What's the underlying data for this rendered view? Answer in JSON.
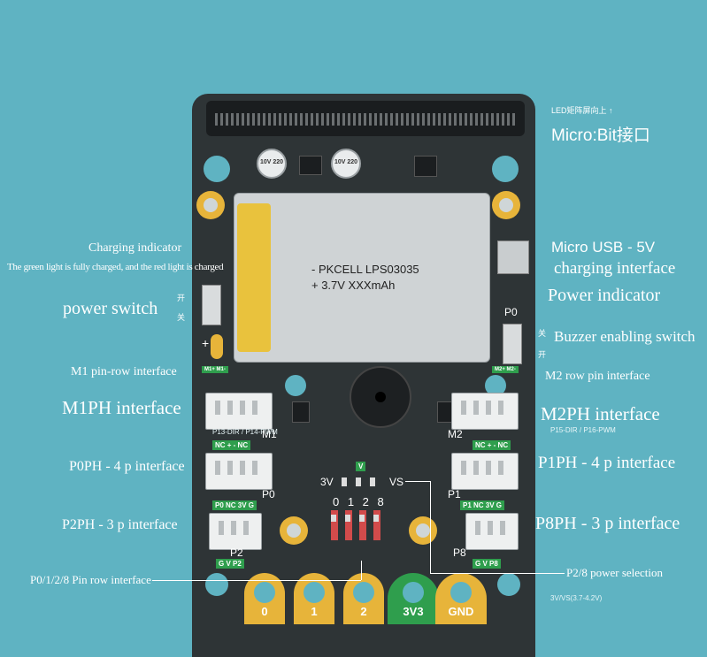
{
  "labels": {
    "led_note": "LED矩阵屏向上 ↑",
    "microbit": "Micro:Bit接口",
    "charging_indicator": "Charging indicator",
    "charging_desc": "The green light is fully charged, and the red light is charged",
    "micro_usb": "Micro USB - 5V",
    "charging_interface": "charging interface",
    "power_indicator": "Power indicator",
    "power_switch": "power switch",
    "buzzer_switch": "Buzzer enabling switch",
    "m1_pin_row": "M1 pin-row interface",
    "m2_pin_row": "M2 row pin interface",
    "m1ph": "M1PH interface",
    "m1ph_sub": "P13-DIR / P14-PWM",
    "m2ph": "M2PH interface",
    "m2ph_sub": "P15-DIR / P16-PWM",
    "p0ph": "P0PH - 4 p interface",
    "p1ph": "P1PH - 4 p interface",
    "p2ph": "P2PH - 3 p interface",
    "p8ph": "P8PH - 3 p interface",
    "pin_row": "P0/1/2/8 Pin row interface",
    "power_sel": "P2/8 power selection",
    "power_sel_sub": "3V/VS(3.7-4.2V)"
  },
  "board": {
    "battery_line1": "- PKCELL LPS03035",
    "battery_line2": "+ 3.7V  XXXmAh",
    "cap_label": "10V 220",
    "switch_on": "开",
    "switch_off": "关",
    "p0_silk": "P0",
    "m1": "M1",
    "m2": "M2",
    "p0": "P0",
    "p1": "P1",
    "p2": "P2",
    "p8": "P8",
    "tag_nc_pm_nc": "NC + - NC",
    "tag_p0": "P0 NC 3V G",
    "tag_p1": "P1 NC 3V G",
    "tag_p2": "G V P2",
    "tag_p8": "G V P8",
    "tag_m1": "M1+ M1-",
    "tag_m2": "M2+ M2-",
    "sel_3v": "3V",
    "sel_vs": "VS",
    "sel_v": "V",
    "pins": "0 1 2 8",
    "plus": "+",
    "edge_0": "0",
    "edge_1": "1",
    "edge_2": "2",
    "edge_3v3": "3V3",
    "edge_gnd": "GND"
  }
}
